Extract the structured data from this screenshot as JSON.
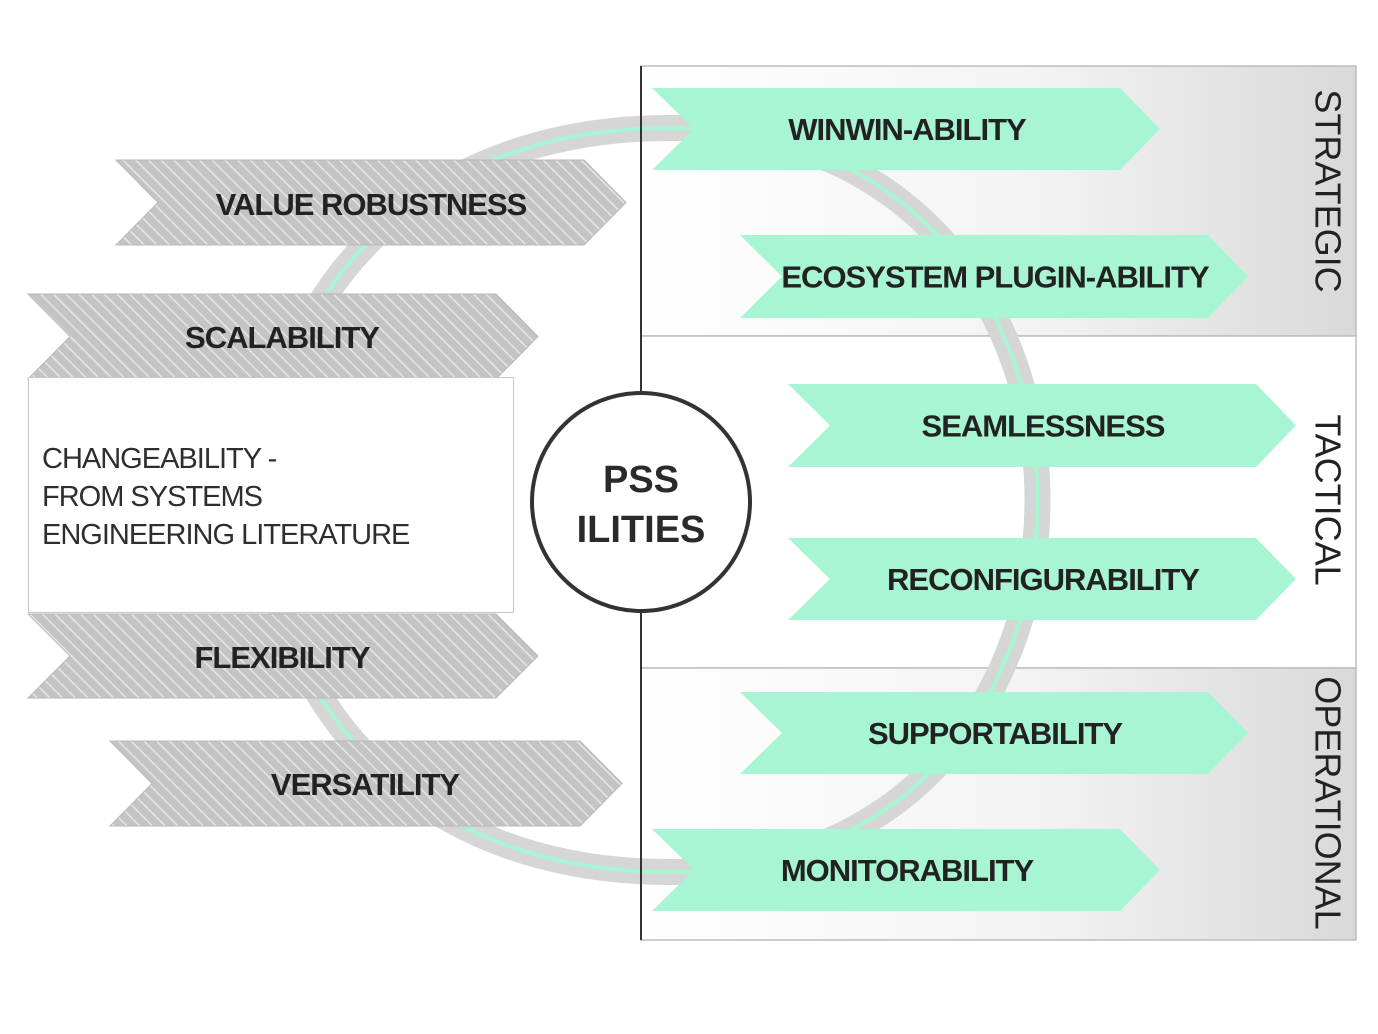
{
  "hub": {
    "lines": [
      "PSS",
      "ILITIES"
    ]
  },
  "changeability": {
    "lines": [
      "CHANGEABILITY -",
      "FROM SYSTEMS",
      "ENGINEERING LITERATURE"
    ],
    "items": [
      "VALUE ROBUSTNESS",
      "SCALABILITY",
      "FLEXIBILITY",
      "VERSATILITY"
    ]
  },
  "levels": [
    {
      "label": "STRATEGIC",
      "items": [
        "WINWIN-ABILITY",
        "ECOSYSTEM PLUGIN-ABILITY"
      ]
    },
    {
      "label": "TACTICAL",
      "items": [
        "SEAMLESSNESS",
        "RECONFIGURABILITY"
      ]
    },
    {
      "label": "OPERATIONAL",
      "items": [
        "SUPPORTABILITY",
        "MONITORABILITY"
      ]
    }
  ],
  "colors": {
    "pss_arrow": "#a8f5d4",
    "changeability_arrow": "#c4c4c4",
    "hatch_line": "#e6e6e6",
    "band_light": "#ffffff",
    "band_dark": "#d9d9d9",
    "ring_outer": "#d6d6d6",
    "ring_inner": "#a8f5d4",
    "hub_stroke": "#333333"
  }
}
